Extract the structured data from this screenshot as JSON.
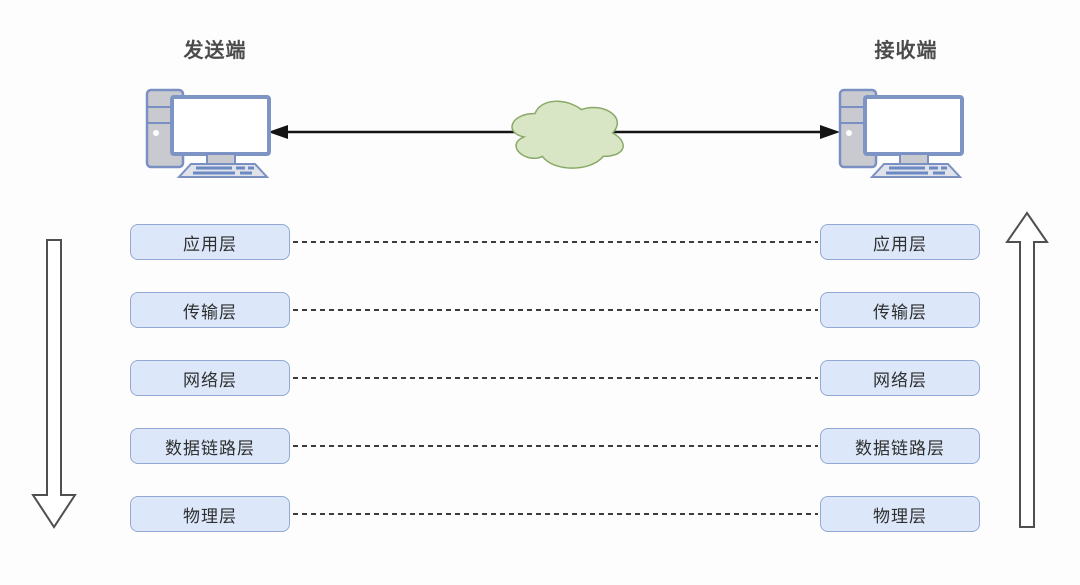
{
  "diagram": {
    "sender_label": "发送端",
    "receiver_label": "接收端",
    "layers": [
      "应用层",
      "传输层",
      "网络层",
      "数据链路层",
      "物理层"
    ],
    "icons": {
      "sender_computer": "desktop-computer-icon",
      "receiver_computer": "desktop-computer-icon",
      "network": "cloud-icon",
      "link": "double-headed-arrow-icon",
      "send_flow": "down-arrow-icon",
      "receive_flow": "up-arrow-icon"
    },
    "colors": {
      "background": "#fdfdfd",
      "layer_box_fill": "#dce8fa",
      "layer_box_border": "#93a9d4",
      "layer_text": "#2f2f2f",
      "endpoint_text": "#4b4b4b",
      "cloud_fill": "#d8e6c5",
      "cloud_border": "#8aa968",
      "computer_body_fill": "#c9cacf",
      "computer_border": "#7b90c2",
      "keyboard_key": "#6d89c4",
      "link_arrow": "#141414",
      "dashed_line": "#3c3c3c",
      "direction_arrow_outline": "#4f4f4f",
      "direction_arrow_fill": "#ffffff"
    }
  }
}
